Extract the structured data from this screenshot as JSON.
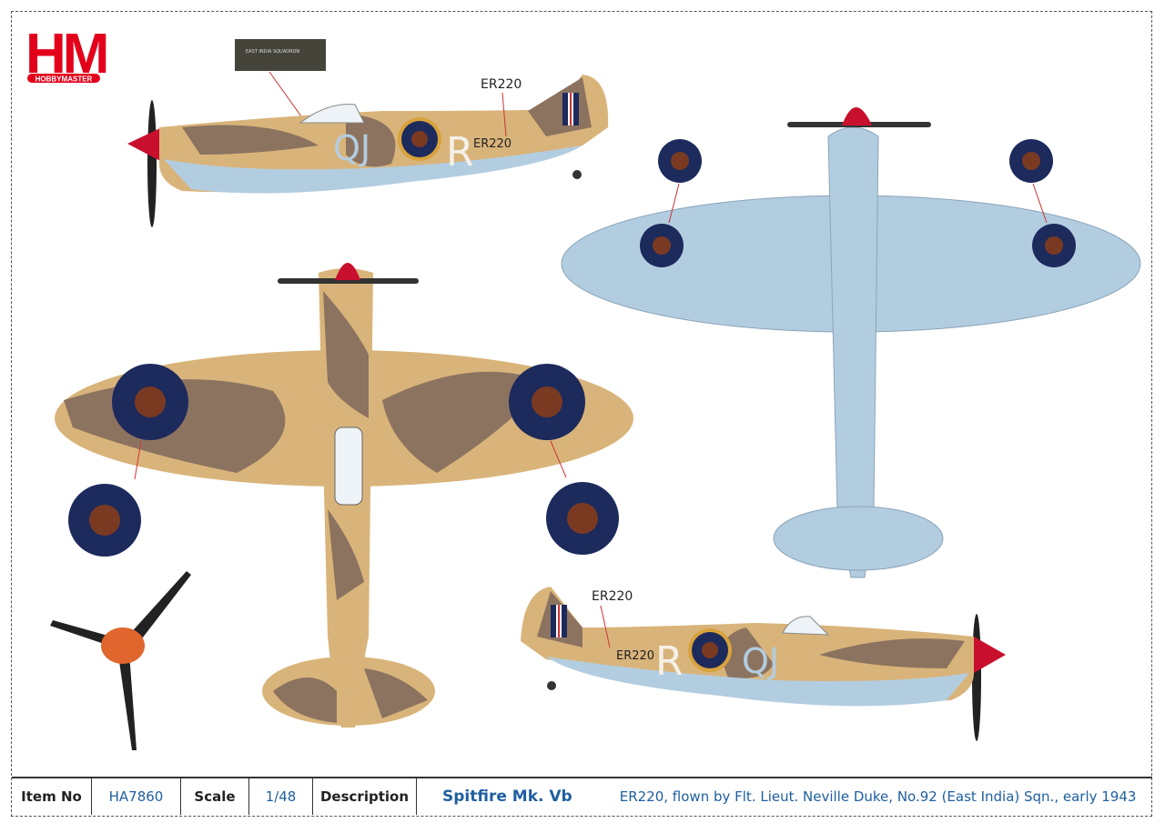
{
  "brand": {
    "logo_letters": "HM",
    "logo_name": "HOBBYMASTER",
    "color": "#e3001b"
  },
  "colors": {
    "sand": "#d9b47a",
    "earth": "#8c7360",
    "underside": "#b3cde0",
    "roundel_blue": "#1d2a5c",
    "roundel_red": "#7a3a22",
    "spinner": "#c8102e"
  },
  "callouts": {
    "placard": "EAST INDIA SQUADRON",
    "serial_top": "ER220",
    "serial_bottom": "ER220"
  },
  "markings": {
    "code": "QJ",
    "letter": "R",
    "serial": "ER220"
  },
  "spec": {
    "item_no_label": "Item No",
    "item_no": "HA7860",
    "scale_label": "Scale",
    "scale": "1/48",
    "description_label": "Description",
    "model": "Spitfire Mk. Vb",
    "details": "ER220, flown by Flt. Lieut. Neville Duke, No.92 (East India) Sqn., early 1943"
  }
}
